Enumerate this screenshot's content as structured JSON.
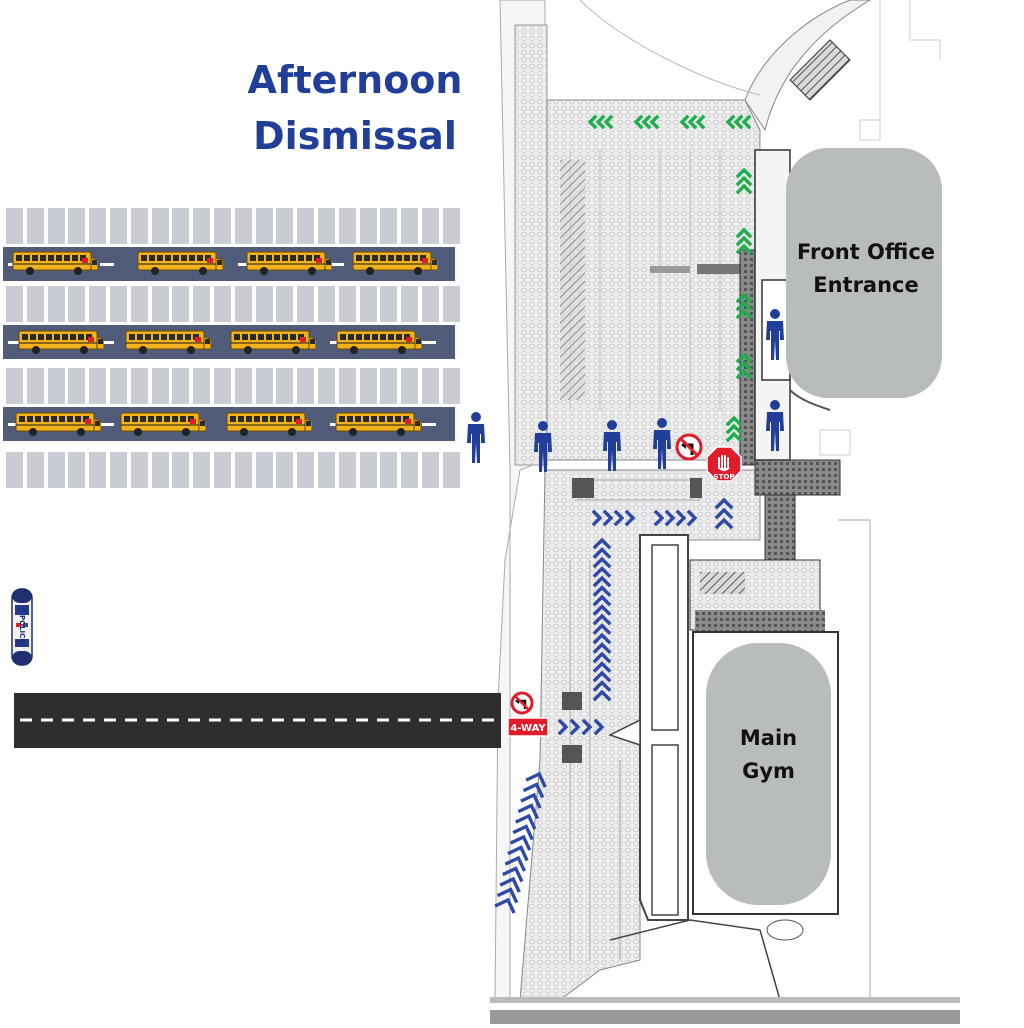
{
  "title": {
    "line1": "Afternoon",
    "line2": "Dismissal"
  },
  "buildings": {
    "front_office": {
      "line1": "Front Office",
      "line2": "Entrance"
    },
    "main_gym": {
      "line1": "Main",
      "line2": "Gym"
    }
  },
  "signs": {
    "stop": "STOP",
    "four_way": "4-WAY",
    "police": "POLICE"
  },
  "icons": {
    "walker": "pedestrian-icon",
    "bus": "school-bus-icon",
    "police_car": "police-car-icon",
    "no_left_turn": "no-left-turn-sign-icon",
    "stop_sign": "stop-sign-icon",
    "chevron_green": "green-chevron-arrow-icon",
    "chevron_blue": "blue-chevron-arrow-icon"
  },
  "colors": {
    "title": "#213f99",
    "walker": "#213f99",
    "bus_arrows": "#2e4aa8",
    "car_arrows": "#1fae4f",
    "stop_red": "#e21d2b",
    "building_fill": "#b8bcbd",
    "lot_lane": "#515b7a",
    "road": "#2e2e2e"
  },
  "bus_rows": [
    {
      "buses": 4
    },
    {
      "buses": 4
    },
    {
      "buses": 4
    }
  ]
}
